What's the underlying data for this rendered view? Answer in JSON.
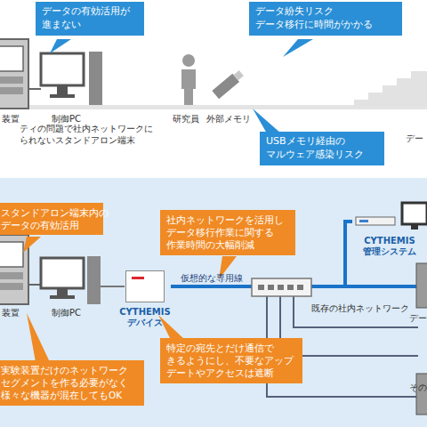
{
  "diagram": {
    "nodes": [
      {
        "text": [
          "データの有効活用が 進まない"
        ]
      },
      {
        "text": [
          "データ紛失リスク データ移行に時間がかかる"
        ]
      },
      {
        "text": [
          "USBメモリ経由の マルウェア感染リスク"
        ]
      },
      {
        "text": [
          "スタンドアロン端末内の データの有効活用"
        ]
      },
      {
        "text": [
          "社内ネットワークを活用し データ移行作業に関する 作業時間の大幅削減"
        ]
      },
      {
        "text": [
          "CYTHEMIS デバイス"
        ]
      },
      {
        "text": [
          "CYTHEMIS 管理システム"
        ]
      },
      {
        "text": [
          "特定の宛先とだけ通信で きるようにし、不要なアップ デートやアクセスは遮断"
        ]
      },
      {
        "text": [
          "実験装置だけのネットワーク セグメントを作る必要がなく 様々な機器が混在してもOK"
        ]
      }
    ],
    "edges": [
      {
        "from": 5,
        "to": 6,
        "label": "仮想的な専用線",
        "arrow": "none"
      }
    ],
    "labels": [
      "装置",
      "制御PC",
      "ティの問題で社内ネットワークに られないスタンドアロン端末",
      "研究員",
      "外部メモリ",
      "デー",
      "装置",
      "制御PC",
      "既存の社内ネットワーク",
      "デー",
      "その"
    ]
  }
}
